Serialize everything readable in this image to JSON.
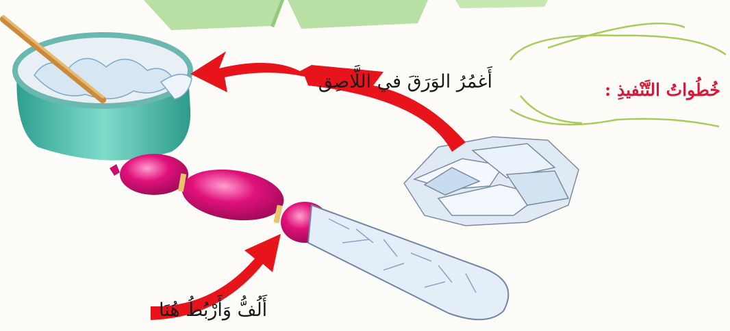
{
  "title": "خُطُواتُ التَّنْفيذِ :",
  "steps": [
    {
      "text": "أَغمُرُ الوَرَقَ في اللَّاصِق"
    },
    {
      "text": "أَلُفُّ وَأَرْبُطُ هُنَا"
    }
  ],
  "colors": {
    "title": "#d8183a",
    "arrow": "#e8141c",
    "banner_green": "#b8e0a4",
    "bowl_teal": "#5ac6b4",
    "balloon_pink": "#e0117a",
    "frame_lime": "#a8cc5a"
  },
  "icons": [
    "paste-bowl",
    "stir-stick",
    "paper-pile",
    "balloon",
    "paper-mache-coating",
    "red-arrow"
  ]
}
